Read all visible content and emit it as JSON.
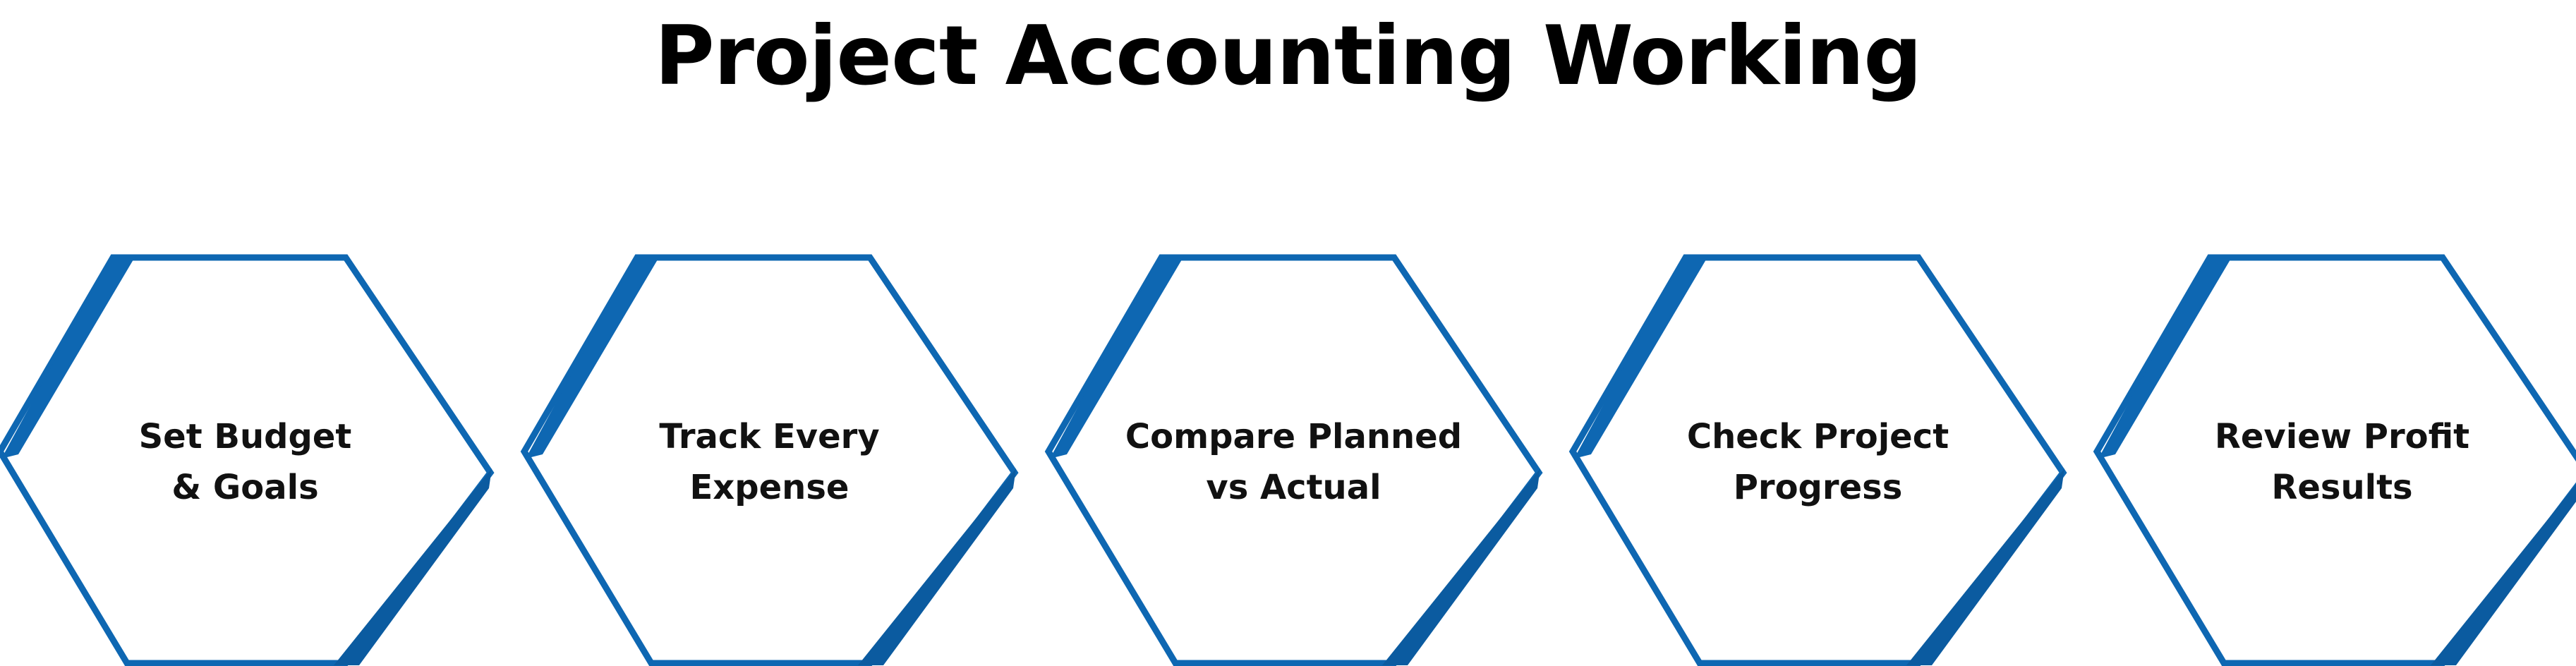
{
  "title": "Project Accounting Working",
  "colors": {
    "accent": "#0e67b2",
    "accent_dark": "#0b5ba0",
    "text": "#111111"
  },
  "steps": [
    {
      "lines": [
        "Set Budget",
        "& Goals"
      ]
    },
    {
      "lines": [
        "Track Every",
        "Expense"
      ]
    },
    {
      "lines": [
        "Compare Planned",
        "vs Actual"
      ]
    },
    {
      "lines": [
        "Check Project",
        "Progress"
      ]
    },
    {
      "lines": [
        "Review Profit",
        "Results"
      ]
    }
  ]
}
